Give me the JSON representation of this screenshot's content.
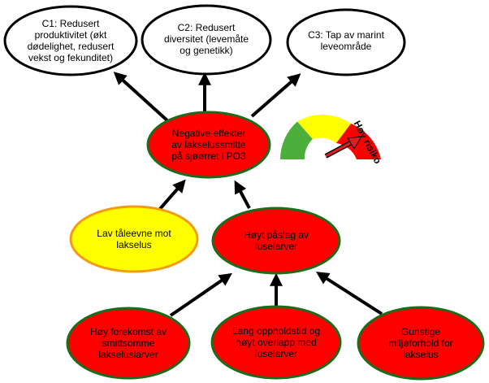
{
  "consequences": [
    {
      "id": "c1",
      "text": "C1: Redusert\nproduktivitet (økt\ndødelighet, redusert\nvekst og fekunditet)"
    },
    {
      "id": "c2",
      "text": "C2: Redusert\ndiversitet (levemåte\nog genetikk)"
    },
    {
      "id": "c3",
      "text": "C3: Tap av marint\nleveområde"
    }
  ],
  "central": {
    "text": "Negative effekter\nav lakselussmitte\npå sjøørret i PO3"
  },
  "middle": [
    {
      "id": "lav-taleevne",
      "text": "Lav tåleevne mot\nlakselus"
    },
    {
      "id": "hoyt-paslag",
      "text": "Høyt påslag av\nluselarver"
    }
  ],
  "bottom": [
    {
      "id": "forekomst",
      "text": "Høy forekomst av\nsmittsomme\nlakseluslarver"
    },
    {
      "id": "oppholdstid",
      "text": "Lang oppholdstid og\nhøyt overlapp med\nluselarver"
    },
    {
      "id": "miljoforhold",
      "text": "Gunstige\nmiljøforhold for\nlakselus"
    }
  ],
  "gauge": {
    "label": "Høy risiko",
    "level": "high",
    "colors": {
      "low": "#4caf3c",
      "medium": "#ffff00",
      "high": "#ff0000"
    }
  },
  "colors": {
    "red_fill": "#ff0000",
    "green_border": "#1a6b1a",
    "yellow_fill": "#ffff00",
    "orange_border": "#f39c12",
    "white_fill": "#ffffff",
    "arrow": "#000000"
  }
}
